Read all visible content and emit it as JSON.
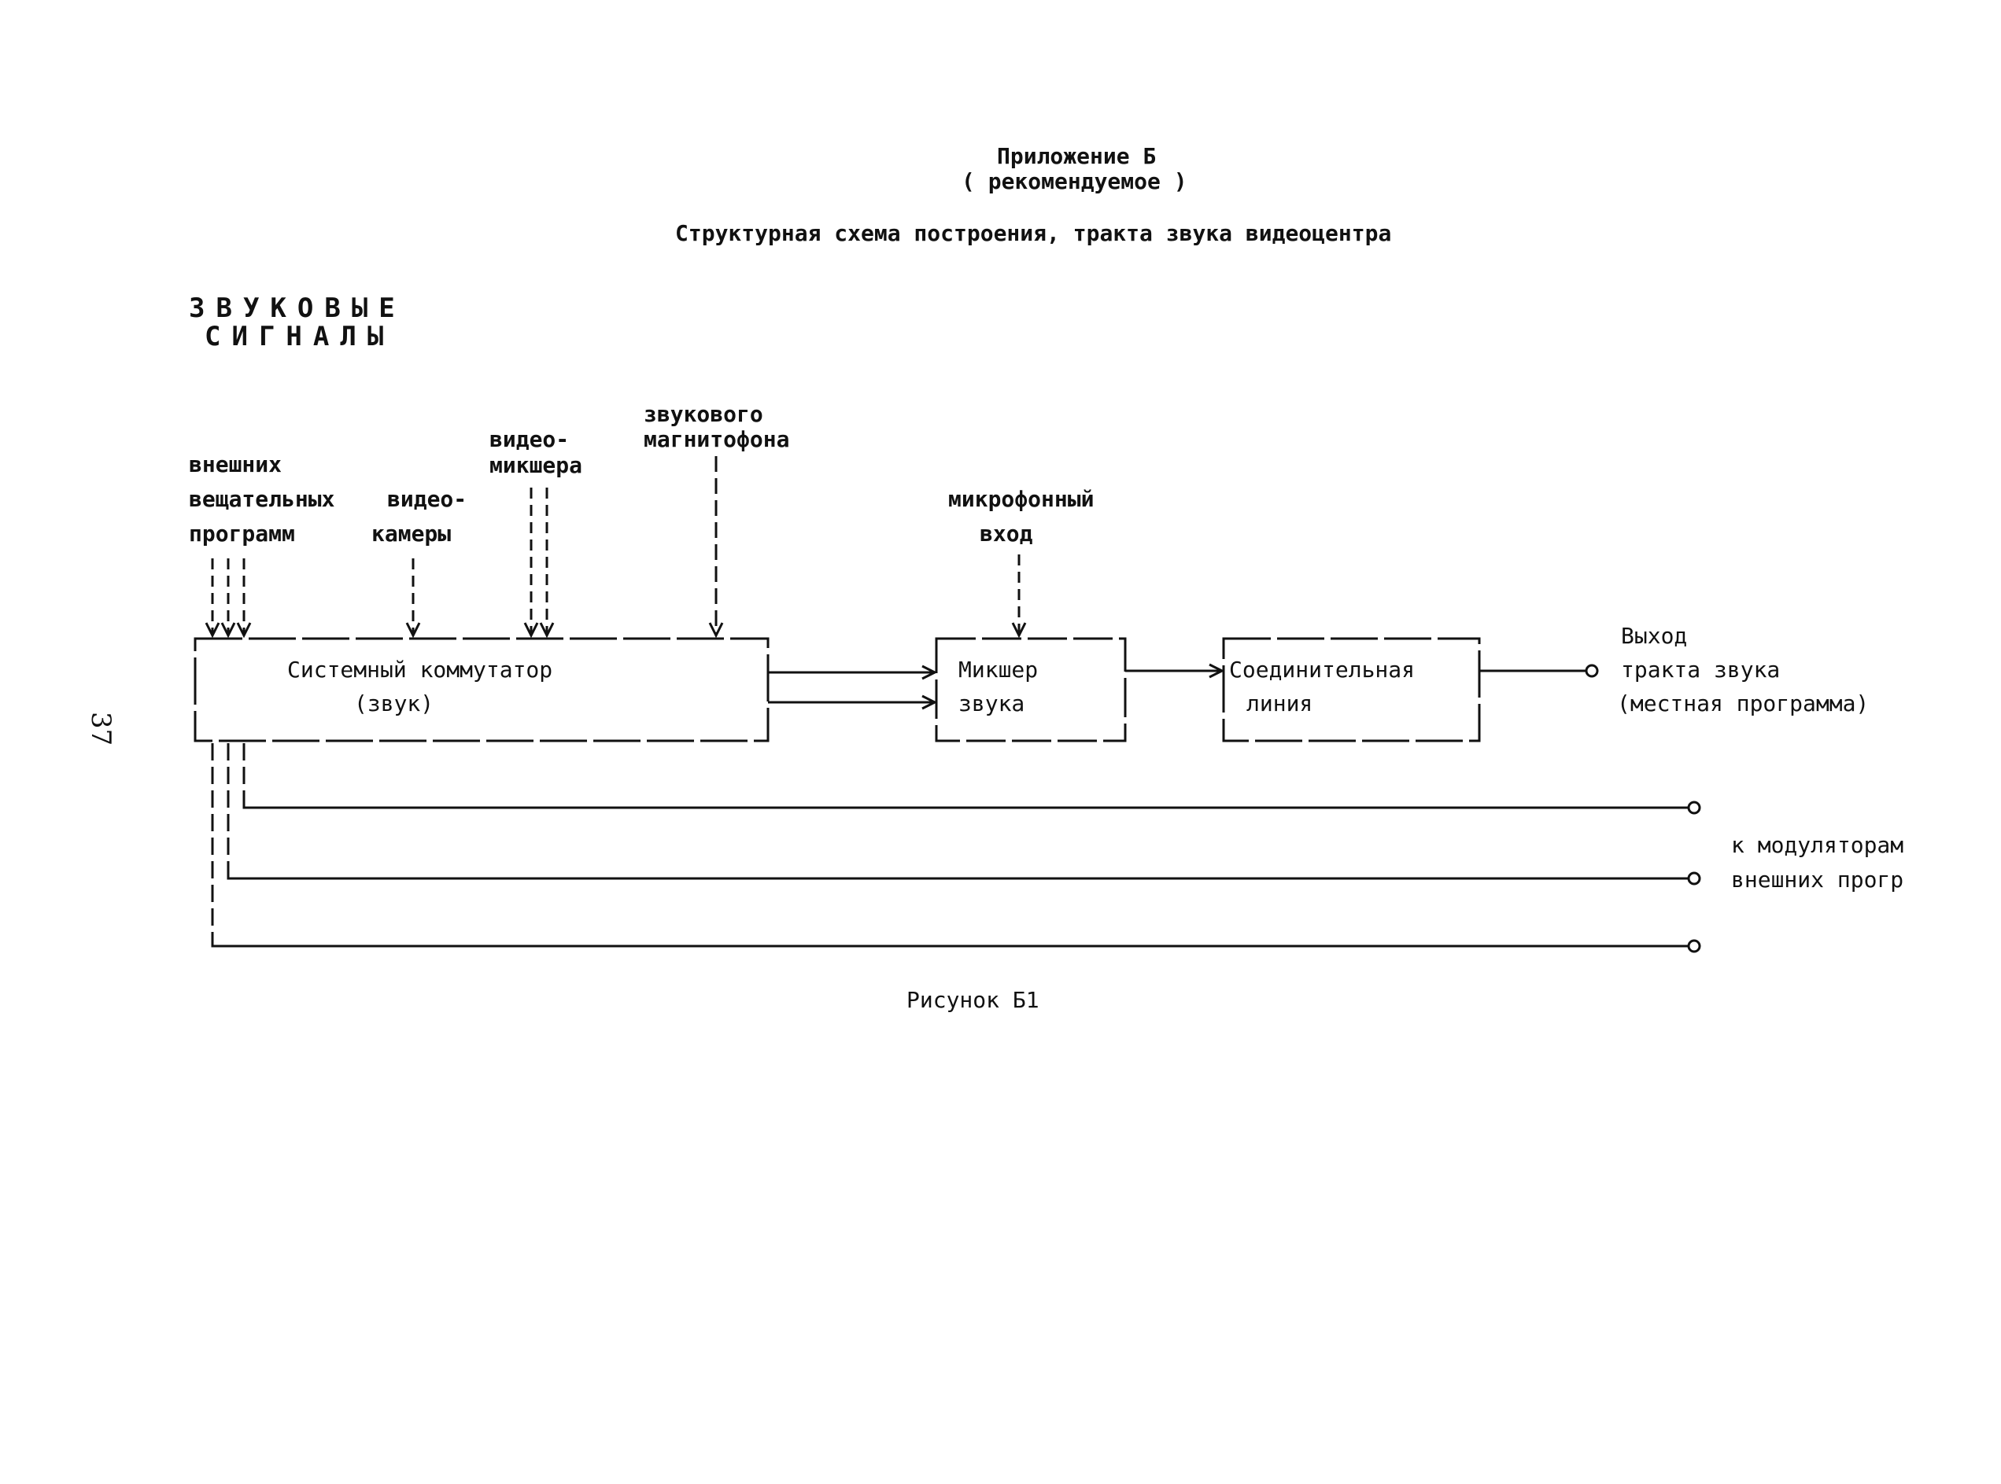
{
  "header": {
    "appendix_title": "Приложение Б",
    "appendix_note": "( рекомендуемое )",
    "figure_heading": "Структурная схема построения, тракта звука видеоцентра"
  },
  "page_number": "37",
  "section_label": {
    "line1": "ЗВУКОВЫЕ",
    "line2": "СИГНАЛЫ"
  },
  "inputs": {
    "external_programs": [
      "внешних",
      "вещательных",
      "программ"
    ],
    "video_cameras": [
      "видео-",
      "камеры"
    ],
    "video_mixer": [
      "видео-",
      "микшера"
    ],
    "tape_recorder": [
      "звукового",
      "магнитофона"
    ],
    "microphone": [
      "микрофонный",
      "вход"
    ]
  },
  "blocks": {
    "switcher": [
      "Системный коммутатор",
      "(звук)"
    ],
    "mixer": [
      "Микшер",
      "звука"
    ],
    "line": [
      "Соединительная",
      "линия"
    ]
  },
  "outputs": {
    "main_output": [
      "Выход",
      "тракта звука",
      "(местная программа)"
    ],
    "modulators": [
      "к модуляторам",
      "внешних прогр"
    ]
  },
  "caption": "Рисунок Б1"
}
